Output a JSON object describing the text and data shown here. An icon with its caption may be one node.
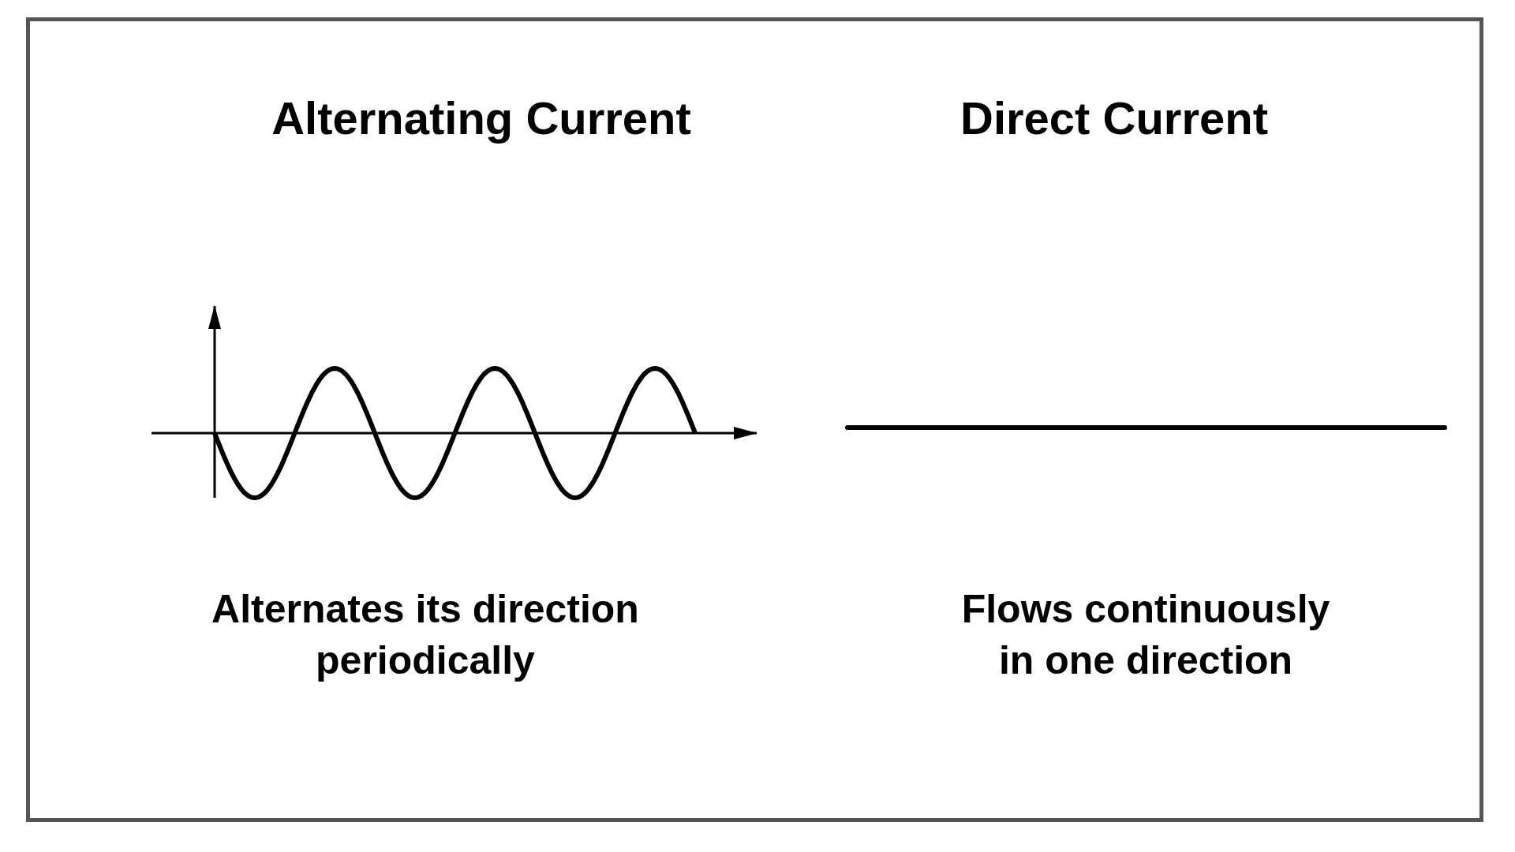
{
  "diagram": {
    "labels": [
      "Alternating Current",
      "Direct Current",
      "Alternates its direction periodically",
      "Flows continuously in one direction"
    ]
  }
}
